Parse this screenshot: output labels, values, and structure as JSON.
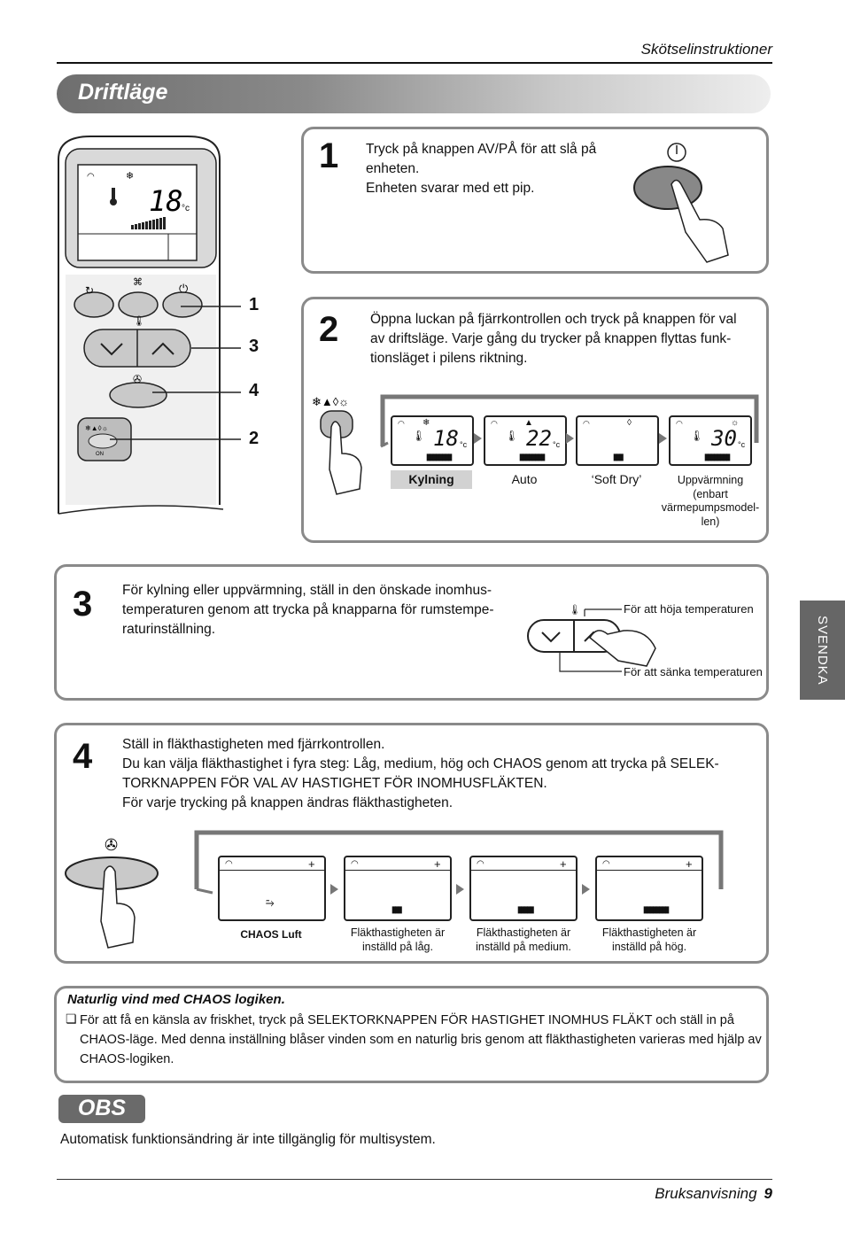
{
  "header": {
    "title": "Skötselinstruktioner"
  },
  "section_title": "Driftläge",
  "language_tab": "SVENDKA",
  "remote_callouts": [
    "1",
    "3",
    "4",
    "2"
  ],
  "remote_display": {
    "temp": "18",
    "unit": "°c"
  },
  "step1": {
    "number": "1",
    "lines": [
      "Tryck på knappen AV/PÅ för att slå på",
      "enheten.",
      "Enheten svarar med ett pip."
    ]
  },
  "step2": {
    "number": "2",
    "lines": [
      "Öppna luckan på fjärrkontrollen och tryck på knappen för val",
      "av driftsläge. Varje gång du trycker på knappen flyttas funk-",
      "tionsläget i pilens riktning."
    ],
    "modes": [
      {
        "label": "Kylning",
        "temp": "18",
        "unit": "°c"
      },
      {
        "label": "Auto",
        "temp": "22",
        "unit": "°c"
      },
      {
        "label": "‘Soft Dry’",
        "temp": "",
        "unit": ""
      },
      {
        "label_lines": [
          "Uppvärmning",
          "(enbart",
          "värmepumpsmodel-",
          "len)"
        ],
        "temp": "30",
        "unit": "°c"
      }
    ]
  },
  "step3": {
    "number": "3",
    "lines": [
      "För kylning eller uppvärmning, ställ in den önskade inomhus-",
      "temperaturen genom att trycka på knapparna för rumstempe-",
      "raturinställning."
    ],
    "raise_label": "För att höja temperaturen",
    "lower_label": "För att sänka temperaturen"
  },
  "step4": {
    "number": "4",
    "lines": [
      "Ställ in fläkthastigheten med fjärrkontrollen.",
      "Du kan välja fläkthastighet i fyra steg: Låg, medium, hög och CHAOS genom att trycka på SELEK-",
      "TORKNAPPEN FÖR VAL AV HASTIGHET FÖR INOMHUSFLÄKTEN.",
      "För varje trycking på knappen ändras fläkthastigheten."
    ],
    "speeds": [
      {
        "label_lines": [
          "CHAOS Luft"
        ],
        "bars": 0
      },
      {
        "label_lines": [
          "Fläkthastigheten är",
          "inställd på låg."
        ],
        "bars": 3
      },
      {
        "label_lines": [
          "Fläkthastigheten är",
          "inställd på medium."
        ],
        "bars": 5
      },
      {
        "label_lines": [
          "Fläkthastigheten är",
          "inställd på hög."
        ],
        "bars": 8
      }
    ]
  },
  "note": {
    "title": "Naturlig vind med CHAOS logiken.",
    "bullet": "❏",
    "lines": [
      "För att få en känsla av friskhet, tryck på SELEKTORKNAPPEN FÖR HASTIGHET INOMHUS FLÄKT och ställ in på",
      "CHAOS-läge. Med denna inställning blåser vinden som en naturlig bris genom att fläkthastigheten varieras med hjälp av",
      "CHAOS-logiken."
    ]
  },
  "obs": {
    "label": "OBS",
    "text": "Automatisk funktionsändring är inte tillgänglig för multisystem."
  },
  "footer": {
    "label": "Bruksanvisning",
    "page": "9"
  }
}
